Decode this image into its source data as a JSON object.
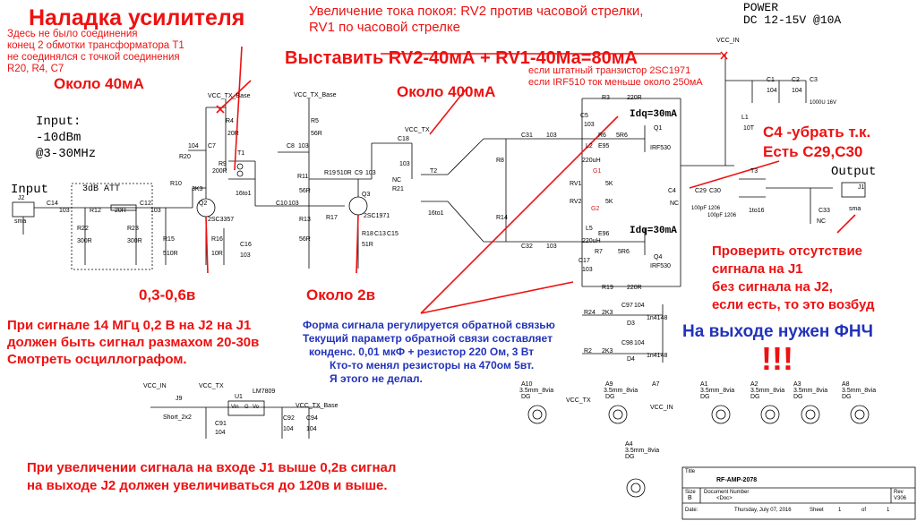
{
  "annotations": {
    "title": "Наладка усилителя",
    "note_t1": [
      "Здесь не было соединения",
      "конец 2 обмотки трансформатора Т1",
      "не соединялся с точкой соединения",
      "R20, R4, C7"
    ],
    "about_40": "Около 40мА",
    "bias_increase": [
      "Увеличение тока покоя: RV2 против часовой стрелки,",
      "RV1 по часовой стрелке"
    ],
    "set_current": "Выставить RV2-40мА + RV1-40Ма=80мА",
    "transistor_note": [
      "если штатный транзистор 2SC1971",
      "если IRF510 ток меньше около 250мА"
    ],
    "about_400": "Около 400мА",
    "c4_note": [
      "С4 -убрать т.к.",
      "Есть С29,С30"
    ],
    "range_03": "0,3-0,6в",
    "about_2v": "Около 2в",
    "signal_14": [
      "При сигнале 14 МГц 0,2 В на J2 на J1",
      "должен быть сигнал размахом 20-30в",
      "Смотреть осциллографом."
    ],
    "feedback": [
      "Форма сигнала регулируется обратной связью",
      "Текущий параметр обратной связи составляет",
      "конденс. 0,01 мкФ + резистор 220 Ом, 3 Вт",
      "Кто-то менял резисторы на 470ом 5вт.",
      "Я этого не делал."
    ],
    "check_j1": [
      "Проверить отсутствие",
      "сигнала на J1",
      "без сигнала на J2,",
      "если есть, то это возбуд"
    ],
    "need_lpf": "На выходе нужен ФНЧ",
    "exclaim": "!!!",
    "increase": [
      "При увеличении сигнала на входе J1 выше 0,2в сигнал",
      "на выходе J2 должен увеличиваться до 120в и выше."
    ]
  },
  "labels": {
    "power": "POWER",
    "dc": "DC 12-15V @10A",
    "input_spec": [
      "Input:",
      "-10dBm",
      "@3-30MHz"
    ],
    "input": "Input",
    "output": "Output",
    "att": "3dB ATT",
    "idq1": "Idq=30mA",
    "idq2": "Idq=30mA"
  },
  "parts": {
    "vcc_tx_base_1": "VCC_TX_Base",
    "vcc_tx_base_2": "VCC_TX_Base",
    "vcc_tx": "VCC_TX",
    "vcc_in": "VCC_IN",
    "r4": "R4",
    "r4v": "20R",
    "r5": "R5",
    "r5v": "56R",
    "r20": "R20",
    "c7": "C7",
    "c7v": "104",
    "r9": "R9",
    "r9v": "200R",
    "t1": "T1",
    "t1v": "16to1",
    "c8": "C8",
    "c8v": "103",
    "r10": "R10",
    "r10v": "3K3",
    "q2": "Q2",
    "q2v": "2SC3357",
    "r11": "R11",
    "r11v": "56R",
    "r13": "R13",
    "r13v": "56R",
    "c10": "C10",
    "c10v": "103",
    "r19a": "R19",
    "r19av": "510R",
    "c9": "C9",
    "c9v": "103",
    "q3": "Q3",
    "q3v": "2SC1971",
    "r18": "R18",
    "c13": "C13",
    "c15": "C15",
    "r18v": "51R",
    "r17": "R17",
    "c18": "C18",
    "c18v": "103",
    "t2": "T2",
    "t2v": "16to1",
    "nc": "NC",
    "r21": "R21",
    "r3": "R3",
    "r3v": "220R",
    "c5": "C5",
    "c5v": "103",
    "r6": "R6",
    "r6v": "5R6",
    "l2": "L2",
    "l2v": "220uH",
    "e95": "E95",
    "g1": "G1",
    "g2": "G2",
    "q1": "Q1",
    "q1v": "IRF530",
    "q4": "Q4",
    "q4v": "IRF530",
    "c31": "C31",
    "c31v": "103",
    "c32": "C32",
    "c32v": "103",
    "r8": "R8",
    "r14": "R14",
    "rv1": "RV1",
    "rv1v": "5K",
    "rv2": "RV2",
    "rv2v": "5K",
    "l5": "L5",
    "l5v": "220uH",
    "e96": "E96",
    "r7": "R7",
    "r7v": "5R6",
    "c17": "C17",
    "c17v": "103",
    "r19": "R19",
    "r19v": "220R",
    "l1": "L1",
    "l1v": "10T",
    "c4": "C4",
    "c4v": "NC",
    "c29": "C29",
    "c30": "C30",
    "c29v": "100pF 1206",
    "c30v": "100pF 1206",
    "t3": "T3",
    "t3v": "1to16",
    "c33": "C33",
    "c33v": "NC",
    "j1": "J1",
    "j2": "J2",
    "sma": "sma",
    "c1": "C1",
    "c2": "C2",
    "c3": "C3",
    "c1v": "104",
    "c2v": "104",
    "c3v": "1000U 16V",
    "c14": "C14",
    "c14v": "103",
    "r12": "R12",
    "r12v": "20R",
    "c12": "C12",
    "c12v": "103",
    "r22": "R22",
    "r22v": "300R",
    "r23": "R23",
    "r23v": "300R",
    "r15": "R15",
    "r15v": "510R",
    "r16": "R16",
    "r16v": "10R",
    "c16": "C16",
    "c16v": "103",
    "r24": "R24",
    "r24v": "2K3",
    "r2": "R2",
    "r2v": "2K3",
    "c97": "C97",
    "c98": "C98",
    "c97v": "104",
    "c98v": "104",
    "d3": "D3",
    "d4": "D4",
    "d3v": "1n4148",
    "d4v": "1n4148",
    "j9": "J9",
    "j9v": "Short_2x2",
    "u1": "U1",
    "u1v": "LM7809",
    "vin": "Vin",
    "gnd": "G",
    "vo": "Vo",
    "c91": "C91",
    "c91v": "104",
    "c92": "C92",
    "c92v": "104",
    "c94": "C94",
    "c94v": "104",
    "mh_via": "3.5mm_8via",
    "dg": "DG",
    "a10": "A10",
    "a9": "A9",
    "a7": "A7",
    "a1": "A1",
    "a2": "A2",
    "a3": "A3",
    "a8": "A8",
    "a4": "A4"
  },
  "titleblock": {
    "title_lbl": "Title",
    "title": "RF-AMP-2078",
    "size_lbl": "Size",
    "size": "B",
    "docnum_lbl": "Document Number",
    "docnum": "<Doc>",
    "rev_lbl": "Rev",
    "rev": "V306",
    "date_lbl": "Date:",
    "date": "Thursday, July 07, 2016",
    "sheet_lbl": "Sheet",
    "sheet": "1",
    "of": "of",
    "sheets": "1"
  }
}
